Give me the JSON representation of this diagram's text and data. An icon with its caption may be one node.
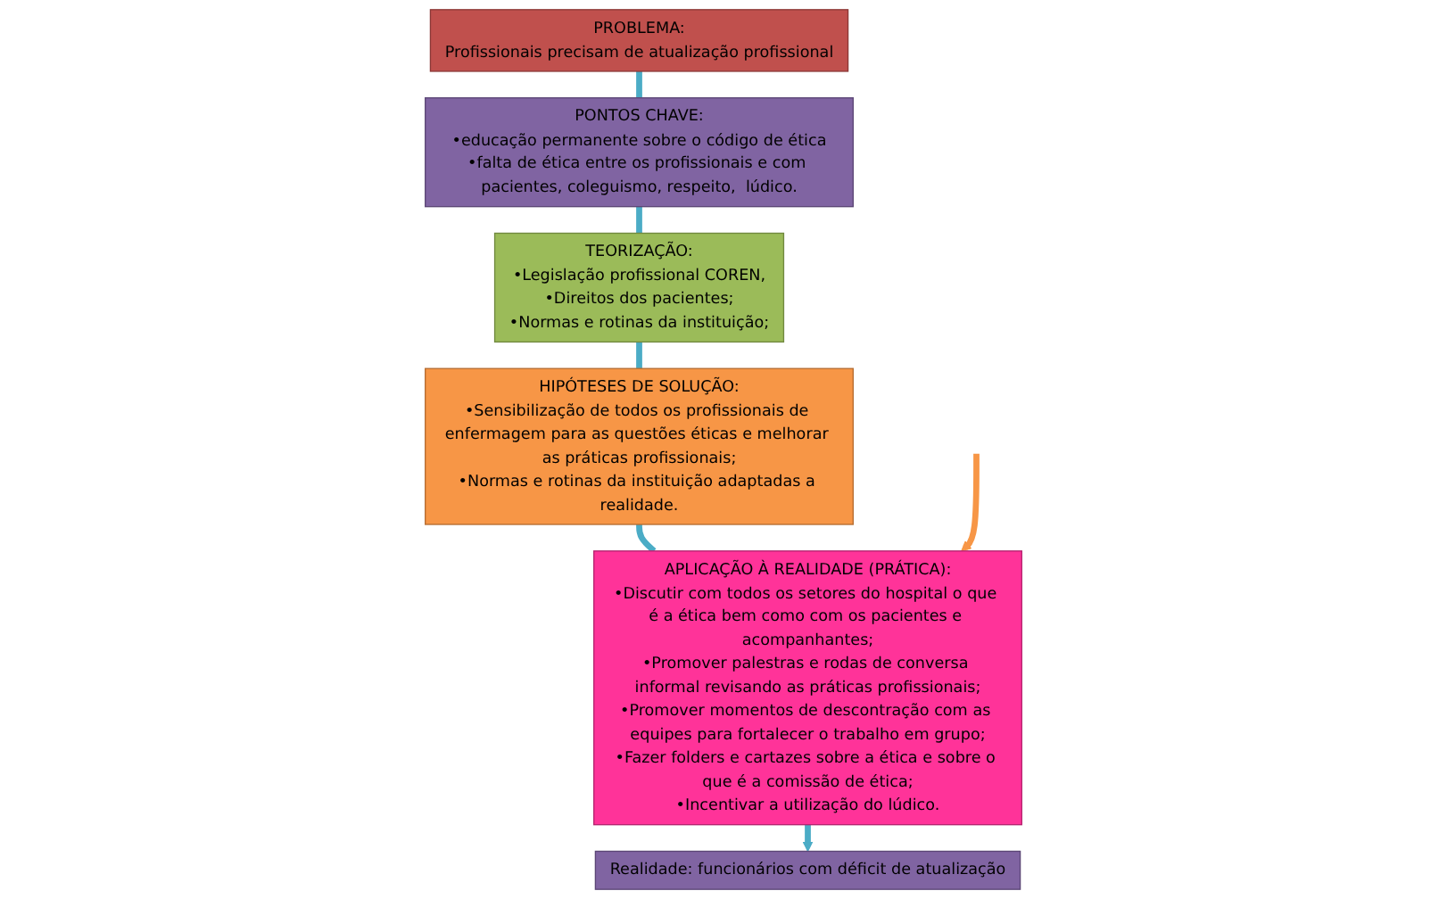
{
  "diagram": {
    "nodes": [
      {
        "text": [
          "TEORIZAÇÃO:",
          "•Legislação profissional COREN,",
          "•Direitos dos pacientes;",
          "•Normas e rotinas da instituição;"
        ]
      },
      {
        "text": [
          "HIPÓTESES DE SOLUÇÃO:",
          "•Sensibilização de todos os profissionais de enfermagem para as questões éticas e melhorar as práticas profissionais;",
          "•Normas e rotinas da instituição adaptadas a realidade."
        ]
      },
      {
        "text": [
          "PONTOS CHAVE:",
          "•educação permanente sobre o código de ética",
          "•falta de ética entre os profissionais e com pacientes, coleguismo, respeito,  lúdico."
        ]
      },
      {
        "text": [
          "APLICAÇÃO À REALIDADE (PRÁTICA):",
          "•Discutir com todos os setores do hospital o que é a ética bem como com os pacientes e acompanhantes;",
          "•Promover palestras e rodas de conversa informal revisando as práticas profissionais;",
          "•Promover momentos de descontração com as equipes para fortalecer o trabalho em grupo;",
          "•Fazer folders e cartazes sobre a ética e sobre o que é a comissão de ética;",
          "•Incentivar a utilização do lúdico."
        ]
      },
      {
        "text": [
          "PROBLEMA:",
          "Profissionais  precisam de atualização profissional"
        ]
      },
      {
        "text": [
          "Realidade: funcionários com déficit de atualização"
        ]
      }
    ],
    "edges": [
      {
        "from": 4,
        "to": 2,
        "arrow": "none"
      },
      {
        "from": 2,
        "to": 0,
        "arrow": "none"
      },
      {
        "from": 0,
        "to": 1,
        "arrow": "none"
      },
      {
        "from": 1,
        "to": 3,
        "arrow": "none"
      },
      {
        "from": 3,
        "to": 5,
        "arrow": "to"
      },
      {
        "from": null,
        "to": 3,
        "arrow": "to",
        "color": "#f79646"
      }
    ]
  }
}
